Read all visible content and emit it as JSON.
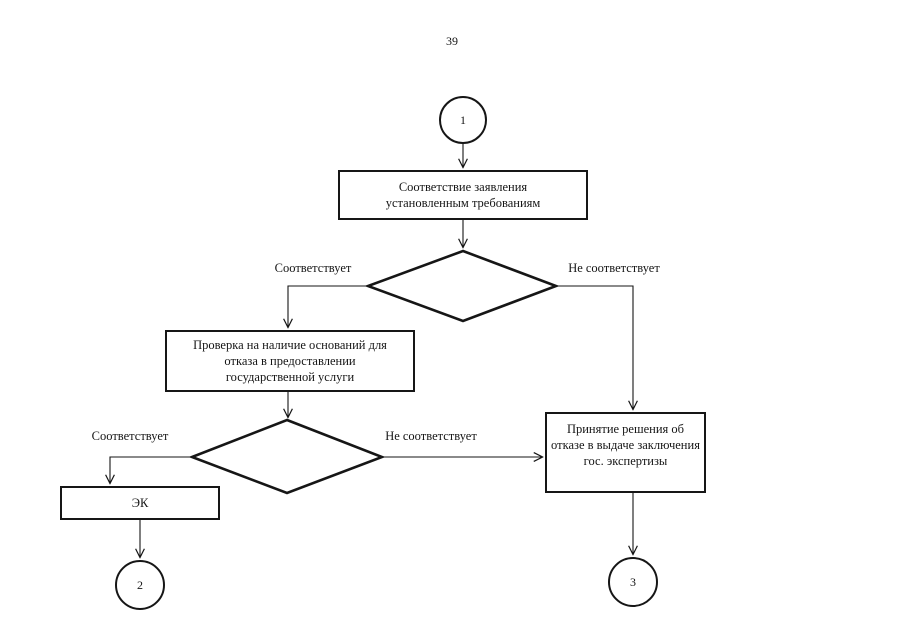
{
  "page": {
    "number": "39"
  },
  "colors": {
    "ink": "#161616",
    "paper": "#ffffff"
  },
  "flowchart": {
    "start_connector": "1",
    "step_check_application": "Соответствие заявления\nустановленным требованиям",
    "decision_application": {
      "yes_label": "Соответствует",
      "no_label": "Не соответствует"
    },
    "step_check_grounds": "Проверка на наличие оснований для\nотказа в предоставлении\nгосударственной услуги",
    "decision_grounds": {
      "yes_label": "Соответствует",
      "no_label": "Не соответствует"
    },
    "step_ek": "ЭК",
    "step_refusal": "Принятие решения об\nотказе в выдаче заключения\nгос. экспертизы",
    "end_connector_left": "2",
    "end_connector_right": "3"
  }
}
